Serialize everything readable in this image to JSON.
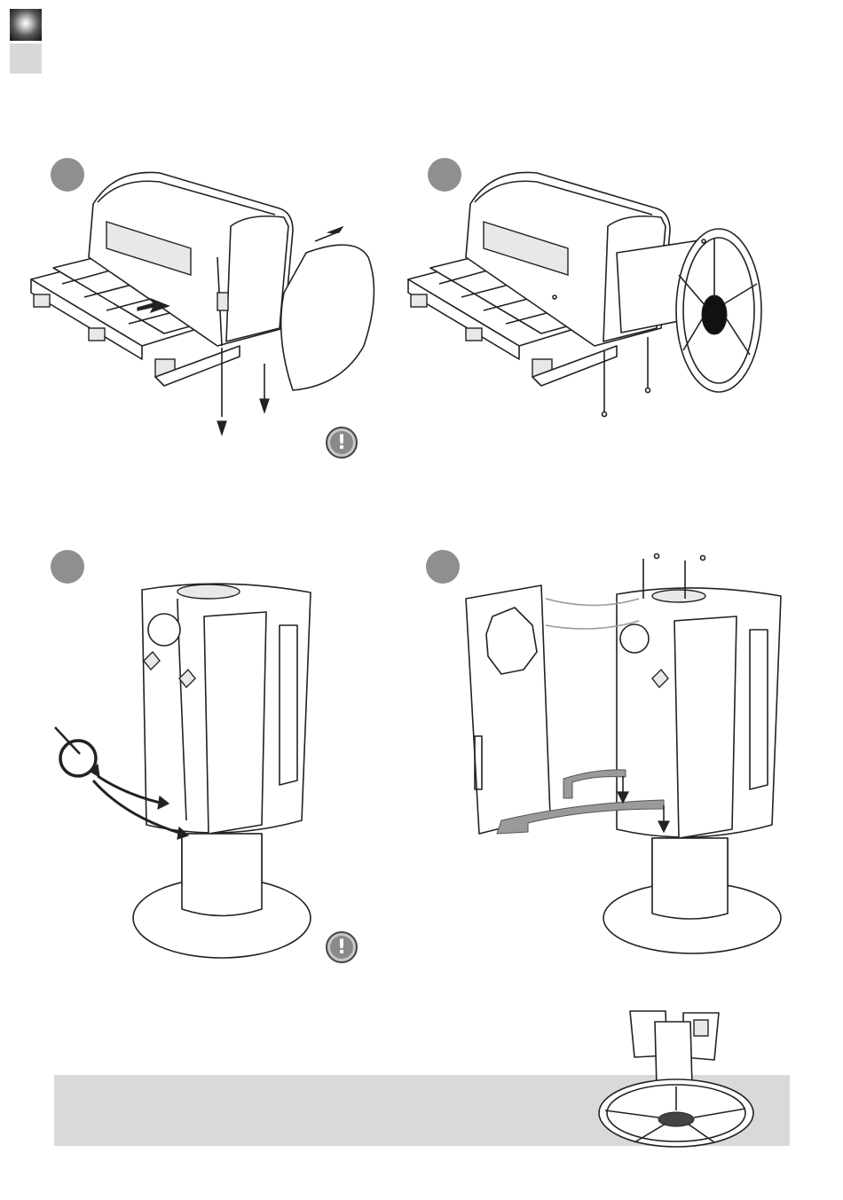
{
  "page": {
    "tabs": [
      {
        "name": "chapter-marker-dark"
      },
      {
        "name": "chapter-marker-light"
      }
    ],
    "steps": [
      {
        "id": 1,
        "number": "",
        "warning_label": "!"
      },
      {
        "id": 2,
        "number": ""
      },
      {
        "id": 3,
        "number": "",
        "warning_label": "!"
      },
      {
        "id": 4,
        "number": ""
      }
    ],
    "footer": {
      "background": "#d9d9d9"
    },
    "colors": {
      "line": "#222222",
      "step_badge": "#8f8f8f",
      "arrow_grey": "#9a9a9a"
    }
  }
}
